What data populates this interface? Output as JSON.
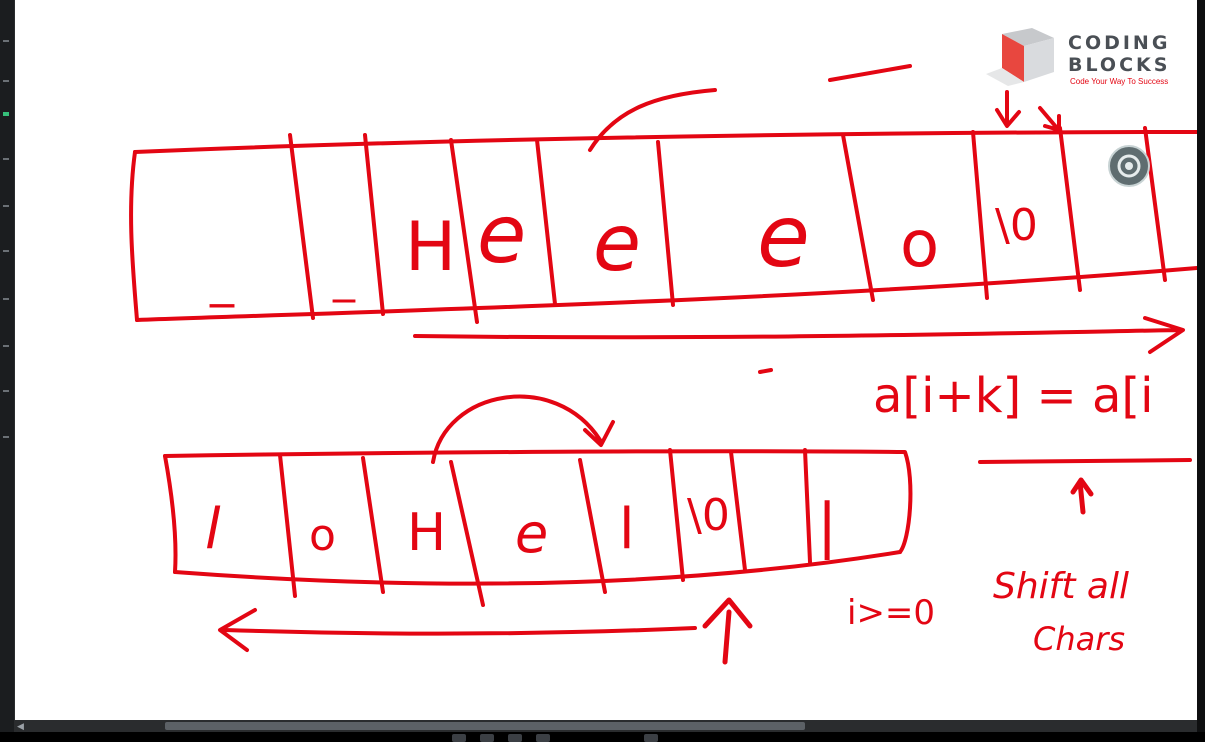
{
  "logo": {
    "line1": "CODING",
    "line2": "BLOCKS",
    "tagline": "Code Your Way To Success",
    "accent": "#e30613",
    "text_color": "#4a4f55"
  },
  "ink_color": "#e30613",
  "top_array": {
    "cells": [
      "_",
      "_",
      "H",
      "e",
      "e",
      "e",
      "o",
      "\\0",
      "",
      ""
    ]
  },
  "bottom_array": {
    "cells": [
      "l",
      "o",
      "H",
      "e",
      "l",
      "\\0",
      "|"
    ]
  },
  "formula": "a[i+k] = a[i",
  "loop_condition": "i>=0",
  "note_line1": "Shift all",
  "note_line2": "Chars",
  "icons": {
    "record": "gear-icon",
    "scroll_left": "chevron-left-icon"
  }
}
